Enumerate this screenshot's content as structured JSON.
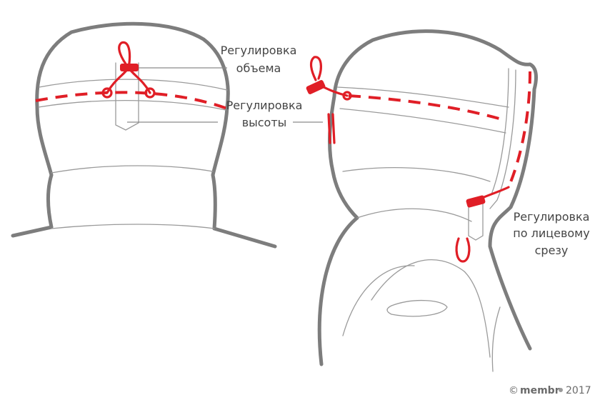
{
  "labels": {
    "volume": [
      "Регулировка",
      "объема"
    ],
    "height": [
      "Регулировка",
      "высоты"
    ],
    "face": [
      "Регулировка",
      "по лицевому",
      "срезу"
    ]
  },
  "copyright": {
    "symbol": "©",
    "brand": "membr",
    "year": "2017"
  },
  "colors": {
    "accent": "#e01e26",
    "outline": "#7d7d7d",
    "text": "#444444"
  }
}
